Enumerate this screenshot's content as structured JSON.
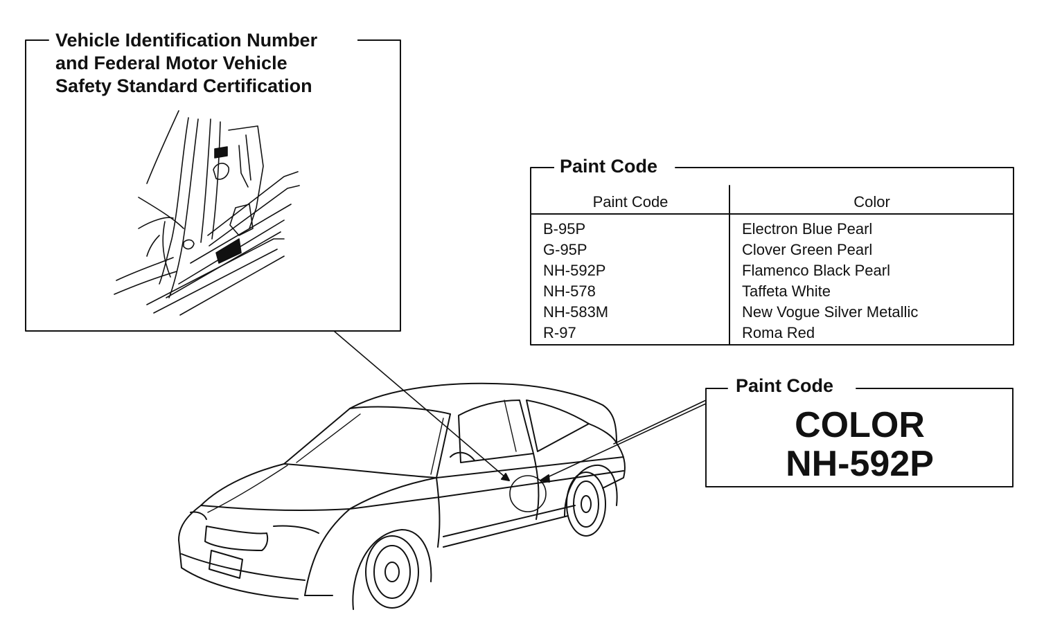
{
  "vin_box": {
    "title_lines": [
      "Vehicle Identification Number",
      "and Federal Motor Vehicle",
      "Safety Standard Certification"
    ]
  },
  "paint_table": {
    "title": "Paint Code",
    "headers": {
      "code": "Paint Code",
      "color": "Color"
    },
    "rows": [
      {
        "code": "B-95P",
        "color": "Electron Blue Pearl"
      },
      {
        "code": "G-95P",
        "color": "Clover Green Pearl"
      },
      {
        "code": "NH-592P",
        "color": "Flamenco Black Pearl"
      },
      {
        "code": "NH-578",
        "color": "Taffeta White"
      },
      {
        "code": "NH-583M",
        "color": "New Vogue Silver Metallic"
      },
      {
        "code": "R-97",
        "color": "Roma Red"
      }
    ]
  },
  "color_label": {
    "title": "Paint Code",
    "line1": "COLOR",
    "line2": "NH-592P"
  },
  "colors": {
    "ink": "#111111",
    "paper": "#ffffff"
  }
}
